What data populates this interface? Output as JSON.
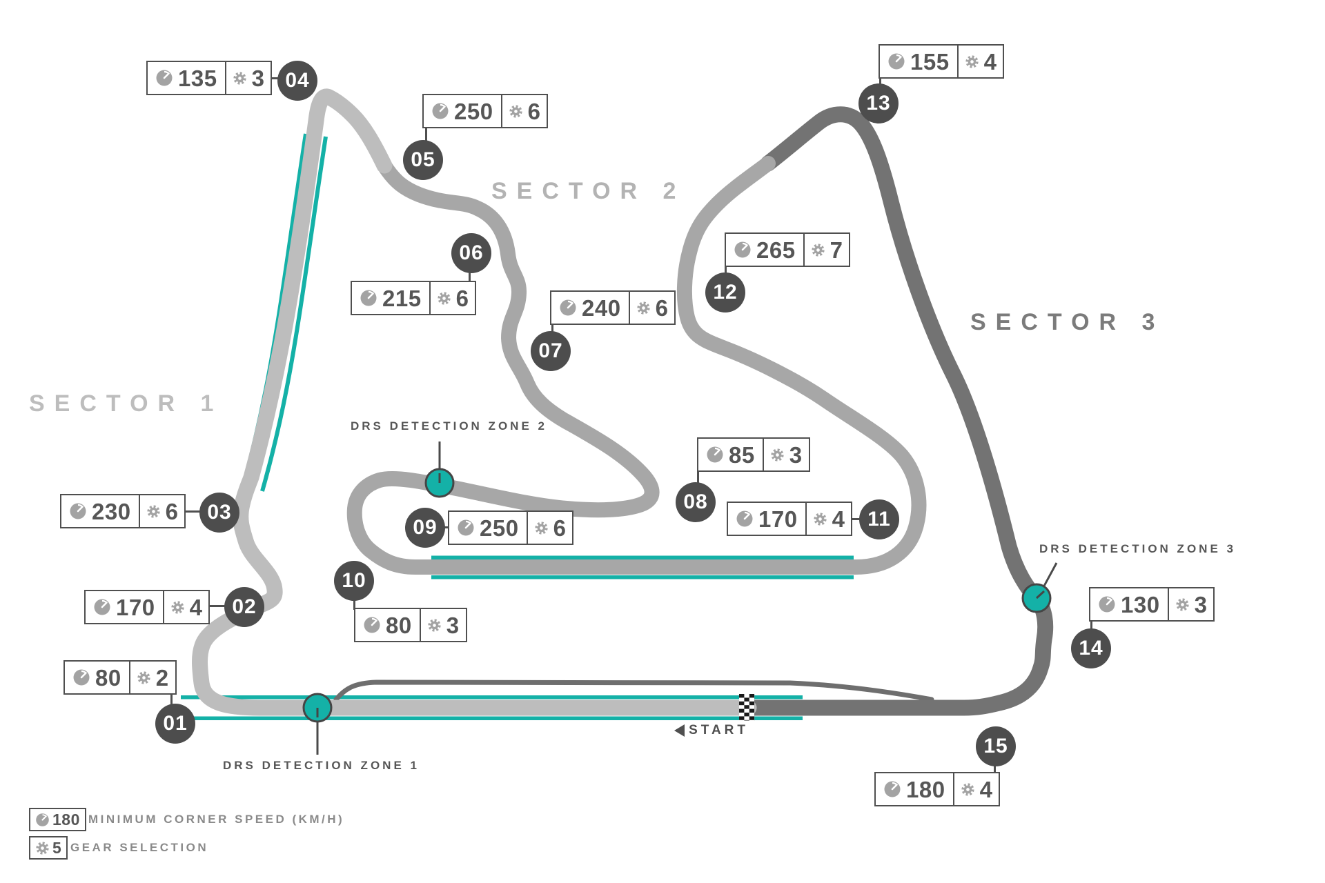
{
  "title": "Race circuit map with corner speeds, gears and DRS zones",
  "sectors": [
    {
      "label": "SECTOR 1"
    },
    {
      "label": "SECTOR 2"
    },
    {
      "label": "SECTOR 3"
    }
  ],
  "drs_zones": [
    {
      "label": "DRS DETECTION ZONE 1"
    },
    {
      "label": "DRS DETECTION ZONE 2"
    },
    {
      "label": "DRS DETECTION ZONE 3"
    }
  ],
  "start": {
    "label": "START",
    "arrow_icon": "left-arrow-icon",
    "marker": "checkered-flag"
  },
  "corners": [
    {
      "number": "01",
      "speed": "80",
      "gear": "2"
    },
    {
      "number": "02",
      "speed": "170",
      "gear": "4"
    },
    {
      "number": "03",
      "speed": "230",
      "gear": "6"
    },
    {
      "number": "04",
      "speed": "135",
      "gear": "3"
    },
    {
      "number": "05",
      "speed": "250",
      "gear": "6"
    },
    {
      "number": "06",
      "speed": "215",
      "gear": "6"
    },
    {
      "number": "07",
      "speed": "240",
      "gear": "6"
    },
    {
      "number": "08",
      "speed": "85",
      "gear": "3"
    },
    {
      "number": "09",
      "speed": "250",
      "gear": "6"
    },
    {
      "number": "10",
      "speed": "80",
      "gear": "3"
    },
    {
      "number": "11",
      "speed": "170",
      "gear": "4"
    },
    {
      "number": "12",
      "speed": "265",
      "gear": "7"
    },
    {
      "number": "13",
      "speed": "155",
      "gear": "4"
    },
    {
      "number": "14",
      "speed": "130",
      "gear": "3"
    },
    {
      "number": "15",
      "speed": "180",
      "gear": "4"
    }
  ],
  "legend": [
    {
      "icon": "speedometer-icon",
      "value": "180",
      "label": "MINIMUM CORNER SPEED (KM/H)"
    },
    {
      "icon": "gear-icon",
      "value": "5",
      "label": "GEAR SELECTION"
    }
  ],
  "icons": {
    "speed": "speedometer-icon",
    "gear": "gear-icon"
  },
  "colors": {
    "accent_teal": "#14b1a7",
    "sector1_track": "#bdbdbd",
    "sector2_track": "#a7a7a7",
    "sector3_track": "#737373",
    "badge": "#4d4d4d",
    "box_border": "#4f4f4f",
    "text_dark": "#565656",
    "pit_lane": "#6e6e6e"
  }
}
